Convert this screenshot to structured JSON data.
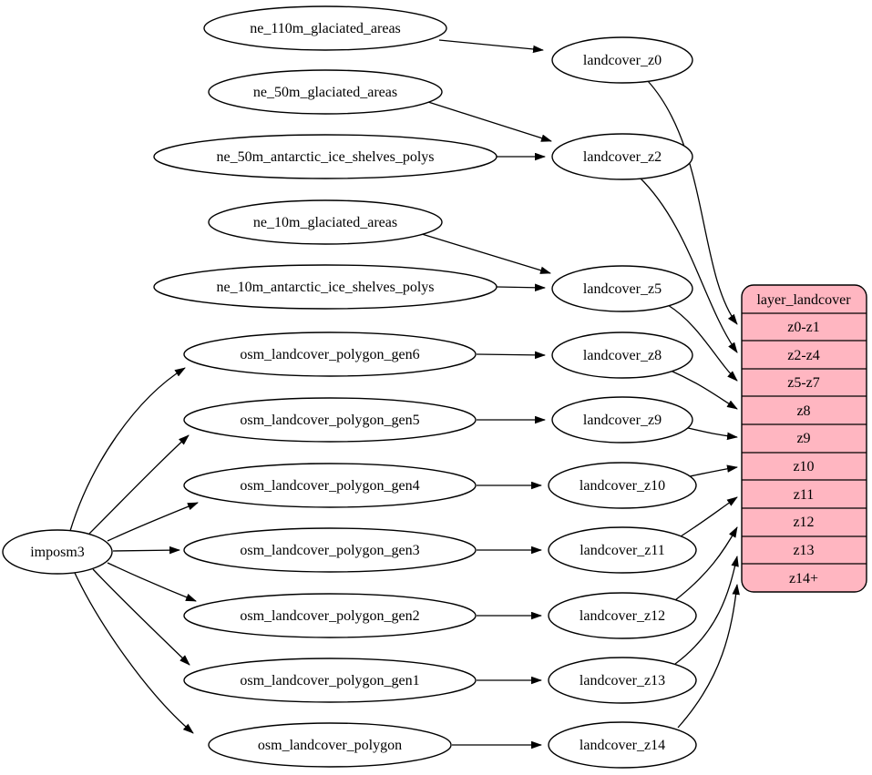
{
  "root_node": {
    "label": "imposm3"
  },
  "source_nodes": [
    {
      "label": "ne_110m_glaciated_areas"
    },
    {
      "label": "ne_50m_glaciated_areas"
    },
    {
      "label": "ne_50m_antarctic_ice_shelves_polys"
    },
    {
      "label": "ne_10m_glaciated_areas"
    },
    {
      "label": "ne_10m_antarctic_ice_shelves_polys"
    },
    {
      "label": "osm_landcover_polygon_gen6"
    },
    {
      "label": "osm_landcover_polygon_gen5"
    },
    {
      "label": "osm_landcover_polygon_gen4"
    },
    {
      "label": "osm_landcover_polygon_gen3"
    },
    {
      "label": "osm_landcover_polygon_gen2"
    },
    {
      "label": "osm_landcover_polygon_gen1"
    },
    {
      "label": "osm_landcover_polygon"
    }
  ],
  "intermediate_nodes": [
    {
      "label": "landcover_z0"
    },
    {
      "label": "landcover_z2"
    },
    {
      "label": "landcover_z5"
    },
    {
      "label": "landcover_z8"
    },
    {
      "label": "landcover_z9"
    },
    {
      "label": "landcover_z10"
    },
    {
      "label": "landcover_z11"
    },
    {
      "label": "landcover_z12"
    },
    {
      "label": "landcover_z13"
    },
    {
      "label": "landcover_z14"
    }
  ],
  "table": {
    "title": "layer_landcover",
    "rows": [
      "z0-z1",
      "z2-z4",
      "z5-z7",
      "z8",
      "z9",
      "z10",
      "z11",
      "z12",
      "z13",
      "z14+"
    ],
    "fill_color": "#ffb6c1",
    "border_color": "#000000"
  },
  "edges": [
    {
      "from": "ne_110m_glaciated_areas",
      "to": "landcover_z0"
    },
    {
      "from": "ne_50m_glaciated_areas",
      "to": "landcover_z2"
    },
    {
      "from": "ne_50m_antarctic_ice_shelves_polys",
      "to": "landcover_z2"
    },
    {
      "from": "ne_10m_glaciated_areas",
      "to": "landcover_z5"
    },
    {
      "from": "ne_10m_antarctic_ice_shelves_polys",
      "to": "landcover_z5"
    },
    {
      "from": "osm_landcover_polygon_gen6",
      "to": "landcover_z8"
    },
    {
      "from": "osm_landcover_polygon_gen5",
      "to": "landcover_z9"
    },
    {
      "from": "osm_landcover_polygon_gen4",
      "to": "landcover_z10"
    },
    {
      "from": "osm_landcover_polygon_gen3",
      "to": "landcover_z11"
    },
    {
      "from": "osm_landcover_polygon_gen2",
      "to": "landcover_z12"
    },
    {
      "from": "osm_landcover_polygon_gen1",
      "to": "landcover_z13"
    },
    {
      "from": "osm_landcover_polygon",
      "to": "landcover_z14"
    },
    {
      "from": "imposm3",
      "to": "osm_landcover_polygon_gen6"
    },
    {
      "from": "imposm3",
      "to": "osm_landcover_polygon_gen5"
    },
    {
      "from": "imposm3",
      "to": "osm_landcover_polygon_gen4"
    },
    {
      "from": "imposm3",
      "to": "osm_landcover_polygon_gen3"
    },
    {
      "from": "imposm3",
      "to": "osm_landcover_polygon_gen2"
    },
    {
      "from": "imposm3",
      "to": "osm_landcover_polygon_gen1"
    },
    {
      "from": "imposm3",
      "to": "osm_landcover_polygon"
    },
    {
      "from": "landcover_z0",
      "to": "layer_landcover:z0-z1"
    },
    {
      "from": "landcover_z2",
      "to": "layer_landcover:z2-z4"
    },
    {
      "from": "landcover_z5",
      "to": "layer_landcover:z5-z7"
    },
    {
      "from": "landcover_z8",
      "to": "layer_landcover:z8"
    },
    {
      "from": "landcover_z9",
      "to": "layer_landcover:z9"
    },
    {
      "from": "landcover_z10",
      "to": "layer_landcover:z10"
    },
    {
      "from": "landcover_z11",
      "to": "layer_landcover:z11"
    },
    {
      "from": "landcover_z12",
      "to": "layer_landcover:z12"
    },
    {
      "from": "landcover_z13",
      "to": "layer_landcover:z13"
    },
    {
      "from": "landcover_z14",
      "to": "layer_landcover:z14+"
    }
  ]
}
